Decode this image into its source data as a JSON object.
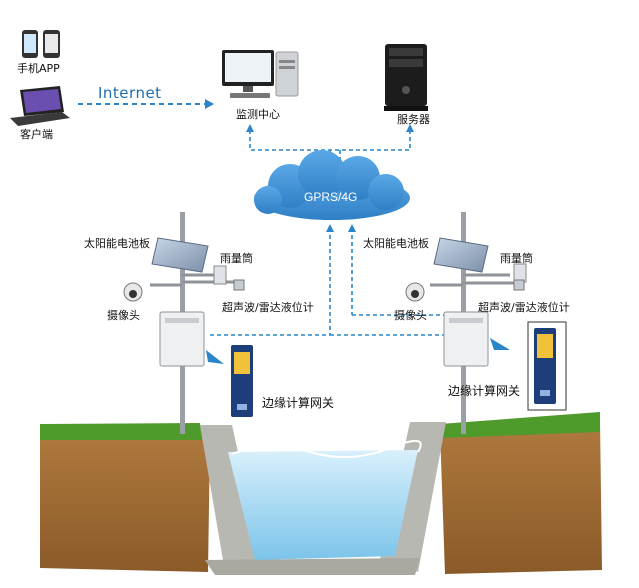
{
  "labels": {
    "phone_app": "手机APP",
    "client": "客户端",
    "internet": "Internet",
    "monitor_center": "监测中心",
    "server": "服务器",
    "network": "GPRS/4G",
    "solar_panel_left": "太阳能电池板",
    "rain_gauge_left": "雨量筒",
    "camera_left": "摄像头",
    "level_meter_left": "超声波/雷达液位计",
    "gateway_left": "边缘计算网关",
    "solar_panel_right": "太阳能电池板",
    "rain_gauge_right": "雨量筒",
    "camera_right": "摄像头",
    "level_meter_right": "超声波/雷达液位计",
    "gateway_right": "边缘计算网关"
  },
  "colors": {
    "link": "#2a86c8",
    "cloud": "#3a8fd4",
    "water": "#9fd6f2",
    "soil": "#a8733a",
    "grass": "#4e9a2a"
  }
}
